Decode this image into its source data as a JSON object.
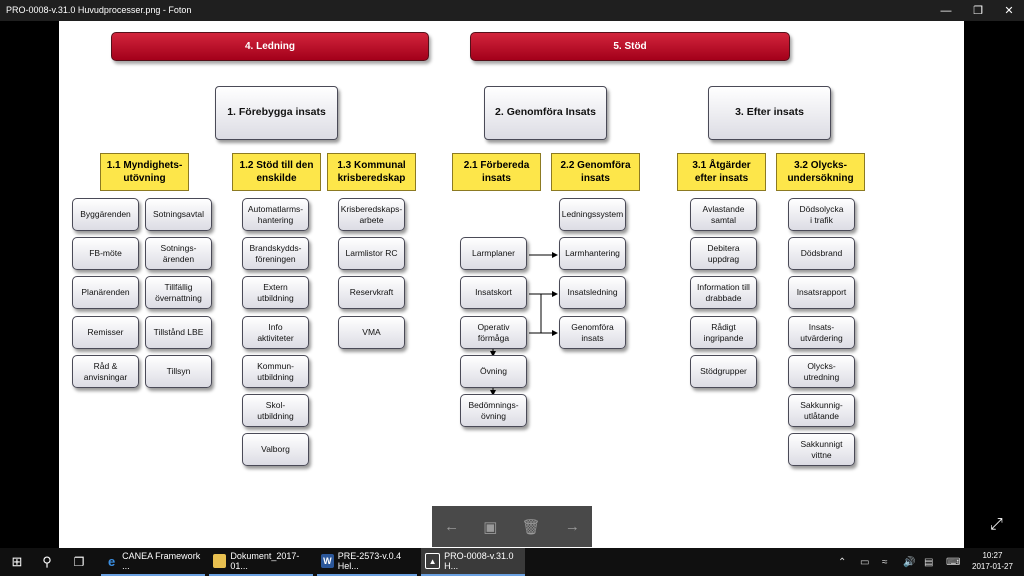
{
  "window": {
    "title": "PRO-0008-v.31.0 Huvudprocesser.png - Foton"
  },
  "diagram": {
    "top": {
      "ledning": "4. Ledning",
      "stod": "5. Stöd"
    },
    "phases": {
      "forebygga": "1. Förebygga insats",
      "genomfora": "2. Genomföra Insats",
      "efter": "3. Efter insats"
    },
    "headers": {
      "h11": "1.1 Myndighets-\nutövning",
      "h12": "1.2 Stöd till den\nenskilde",
      "h13": "1.3 Kommunal\nkrisberedskap",
      "h21": "2.1 Förbereda\ninsats",
      "h22": "2.2 Genomföra\ninsats",
      "h31": "3.1 Åtgärder\nefter insats",
      "h32": "3.2 Olycks-\nundersökning"
    },
    "col11a": [
      "Byggärenden",
      "FB-möte",
      "Planärenden",
      "Remisser",
      "Råd &\nanvisningar"
    ],
    "col11b": [
      "Sotningsavtal",
      "Sotnings-\närenden",
      "Tillfällig\növernattning",
      "Tillstånd LBE",
      "Tillsyn"
    ],
    "col12": [
      "Automatlarms-\nhantering",
      "Brandskydds-\nföreningen",
      "Extern\nutbildning",
      "Info\naktiviteter",
      "Kommun-\nutbildning",
      "Skol-\nutbildning",
      "Valborg"
    ],
    "col13": [
      "Krisberedskaps-\narbete",
      "Larmlistor RC",
      "Reservkraft",
      "VMA"
    ],
    "col21": [
      "Larmplaner",
      "Insatskort",
      "Operativ\nförmåga",
      "Övning",
      "Bedömnings-\növning"
    ],
    "col22": [
      "Ledningssystem",
      "Larmhantering",
      "Insatsledning",
      "Genomföra\ninsats"
    ],
    "col31": [
      "Avlastande\nsamtal",
      "Debitera\nuppdrag",
      "Information till\ndrabbade",
      "Rådigt\ningripande",
      "Stödgrupper"
    ],
    "col32": [
      "Dödsolycka\ni trafik",
      "Dödsbrand",
      "Insatsrapport",
      "Insats-\nutvärdering",
      "Olycks-\nutredning",
      "Sakkunnig-\nutlåtande",
      "Sakkunnigt\nvittne"
    ]
  },
  "taskbar": {
    "items": [
      {
        "label": "CANEA Framework ..."
      },
      {
        "label": "Dokument_2017-01..."
      },
      {
        "label": "PRE-2573-v.0.4 Hel..."
      },
      {
        "label": "PRO-0008-v.31.0 H..."
      }
    ],
    "time": "10:27",
    "date": "2017-01-27"
  }
}
